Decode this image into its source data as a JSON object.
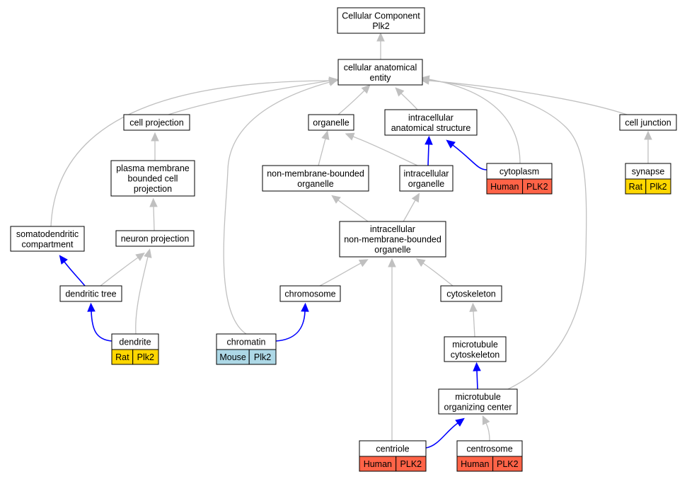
{
  "colors": {
    "gray_edge": "#c0c0c0",
    "blue_edge": "#0000ff",
    "human": "#ff6347",
    "rat": "#ffd700",
    "mouse": "#add8e6"
  },
  "nodes": {
    "root": {
      "lines": [
        "Cellular Component",
        "Plk2"
      ]
    },
    "cae": {
      "lines": [
        "cellular anatomical",
        "entity"
      ]
    },
    "cell_projection": {
      "lines": [
        "cell projection"
      ]
    },
    "organelle": {
      "lines": [
        "organelle"
      ]
    },
    "ias": {
      "lines": [
        "intracellular",
        "anatomical structure"
      ]
    },
    "cell_junction": {
      "lines": [
        "cell junction"
      ]
    },
    "pmbcp": {
      "lines": [
        "plasma membrane",
        "bounded cell",
        "projection"
      ]
    },
    "nmbo": {
      "lines": [
        "non-membrane-bounded",
        "organelle"
      ]
    },
    "io": {
      "lines": [
        "intracellular",
        "organelle"
      ]
    },
    "cytoplasm": {
      "lines": [
        "cytoplasm"
      ],
      "tags": [
        {
          "label": "Human",
          "color": "human"
        },
        {
          "label": "PLK2",
          "color": "human"
        }
      ]
    },
    "synapse": {
      "lines": [
        "synapse"
      ],
      "tags": [
        {
          "label": "Rat",
          "color": "rat"
        },
        {
          "label": "Plk2",
          "color": "rat"
        }
      ]
    },
    "sdc": {
      "lines": [
        "somatodendritic",
        "compartment"
      ]
    },
    "neuron_projection": {
      "lines": [
        "neuron projection"
      ]
    },
    "inmbo": {
      "lines": [
        "intracellular",
        "non-membrane-bounded",
        "organelle"
      ]
    },
    "dendritic_tree": {
      "lines": [
        "dendritic tree"
      ]
    },
    "chromosome": {
      "lines": [
        "chromosome"
      ]
    },
    "cytoskeleton": {
      "lines": [
        "cytoskeleton"
      ]
    },
    "dendrite": {
      "lines": [
        "dendrite"
      ],
      "tags": [
        {
          "label": "Rat",
          "color": "rat"
        },
        {
          "label": "Plk2",
          "color": "rat"
        }
      ]
    },
    "chromatin": {
      "lines": [
        "chromatin"
      ],
      "tags": [
        {
          "label": "Mouse",
          "color": "mouse"
        },
        {
          "label": "Plk2",
          "color": "mouse"
        }
      ]
    },
    "mt_cytoskeleton": {
      "lines": [
        "microtubule",
        "cytoskeleton"
      ]
    },
    "mtoc": {
      "lines": [
        "microtubule",
        "organizing center"
      ]
    },
    "centriole": {
      "lines": [
        "centriole"
      ],
      "tags": [
        {
          "label": "Human",
          "color": "human"
        },
        {
          "label": "PLK2",
          "color": "human"
        }
      ]
    },
    "centrosome": {
      "lines": [
        "centrosome"
      ],
      "tags": [
        {
          "label": "Human",
          "color": "human"
        },
        {
          "label": "PLK2",
          "color": "human"
        }
      ]
    }
  },
  "edges": [
    {
      "from": "cae",
      "to": "root",
      "style": "gray"
    },
    {
      "from": "cell_projection",
      "to": "cae",
      "style": "gray"
    },
    {
      "from": "organelle",
      "to": "cae",
      "style": "gray"
    },
    {
      "from": "ias",
      "to": "cae",
      "style": "gray"
    },
    {
      "from": "cell_junction",
      "to": "cae",
      "style": "gray"
    },
    {
      "from": "cytoplasm",
      "to": "cae",
      "style": "gray"
    },
    {
      "from": "sdc",
      "to": "cae",
      "style": "gray"
    },
    {
      "from": "chromatin",
      "to": "cae",
      "style": "gray"
    },
    {
      "from": "mtoc",
      "to": "cae",
      "style": "gray"
    },
    {
      "from": "pmbcp",
      "to": "cell_projection",
      "style": "gray"
    },
    {
      "from": "nmbo",
      "to": "organelle",
      "style": "gray"
    },
    {
      "from": "io",
      "to": "organelle",
      "style": "gray"
    },
    {
      "from": "io",
      "to": "ias",
      "style": "blue"
    },
    {
      "from": "cytoplasm",
      "to": "ias",
      "style": "blue"
    },
    {
      "from": "synapse",
      "to": "cell_junction",
      "style": "gray"
    },
    {
      "from": "neuron_projection",
      "to": "pmbcp",
      "style": "gray"
    },
    {
      "from": "inmbo",
      "to": "nmbo",
      "style": "gray"
    },
    {
      "from": "inmbo",
      "to": "io",
      "style": "gray"
    },
    {
      "from": "dendritic_tree",
      "to": "sdc",
      "style": "blue"
    },
    {
      "from": "dendritic_tree",
      "to": "neuron_projection",
      "style": "gray"
    },
    {
      "from": "dendrite",
      "to": "neuron_projection",
      "style": "gray"
    },
    {
      "from": "dendrite",
      "to": "dendritic_tree",
      "style": "blue"
    },
    {
      "from": "chromosome",
      "to": "inmbo",
      "style": "gray"
    },
    {
      "from": "cytoskeleton",
      "to": "inmbo",
      "style": "gray"
    },
    {
      "from": "centriole",
      "to": "inmbo",
      "style": "gray"
    },
    {
      "from": "chromatin",
      "to": "chromosome",
      "style": "blue"
    },
    {
      "from": "mt_cytoskeleton",
      "to": "cytoskeleton",
      "style": "gray"
    },
    {
      "from": "mtoc",
      "to": "mt_cytoskeleton",
      "style": "blue"
    },
    {
      "from": "centriole",
      "to": "mtoc",
      "style": "blue"
    },
    {
      "from": "centrosome",
      "to": "mtoc",
      "style": "gray"
    }
  ]
}
